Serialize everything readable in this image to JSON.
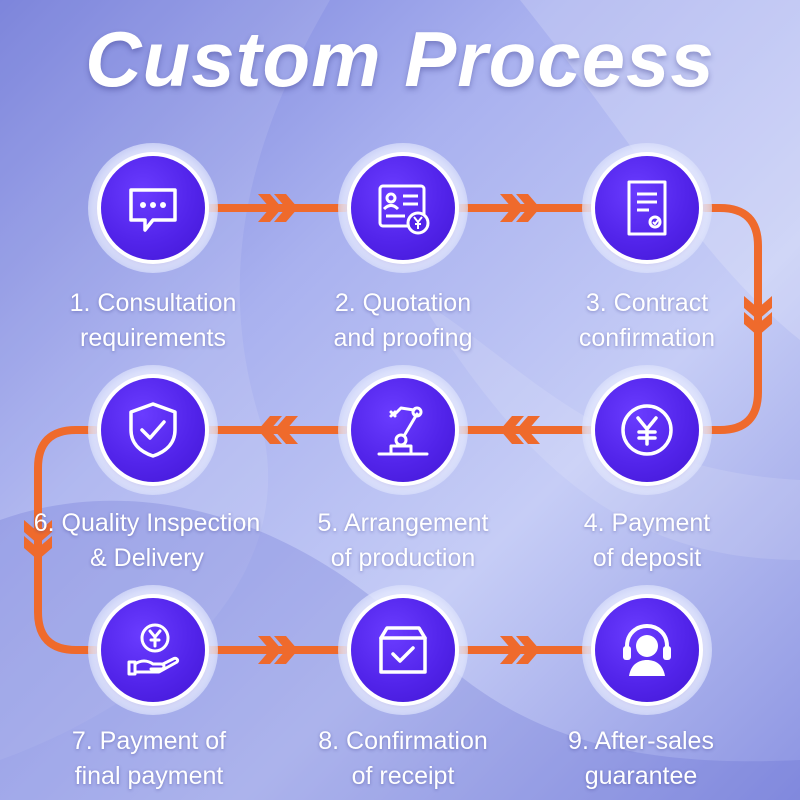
{
  "title": "Custom Process",
  "colors": {
    "accent": "#ef6a2c",
    "disc": "#5224ea",
    "text": "#ffffff"
  },
  "steps": [
    {
      "line1": "1. Consultation",
      "line2": "requirements",
      "icon": "chat-bubble-icon"
    },
    {
      "line1": "2. Quotation",
      "line2": "and proofing",
      "icon": "quotation-document-icon"
    },
    {
      "line1": "3. Contract",
      "line2": "confirmation",
      "icon": "contract-icon"
    },
    {
      "line1": "4. Payment",
      "line2": "of deposit",
      "icon": "yen-coin-icon"
    },
    {
      "line1": "5. Arrangement",
      "line2": "of production",
      "icon": "robot-arm-icon"
    },
    {
      "line1": "6. Quality Inspection",
      "line2": "& Delivery",
      "icon": "shield-check-icon"
    },
    {
      "line1": "7. Payment of",
      "line2": "final payment",
      "icon": "hand-coin-icon"
    },
    {
      "line1": "8. Confirmation",
      "line2": "of receipt",
      "icon": "box-check-icon"
    },
    {
      "line1": "9. After-sales",
      "line2": "guarantee",
      "icon": "headset-support-icon"
    }
  ]
}
